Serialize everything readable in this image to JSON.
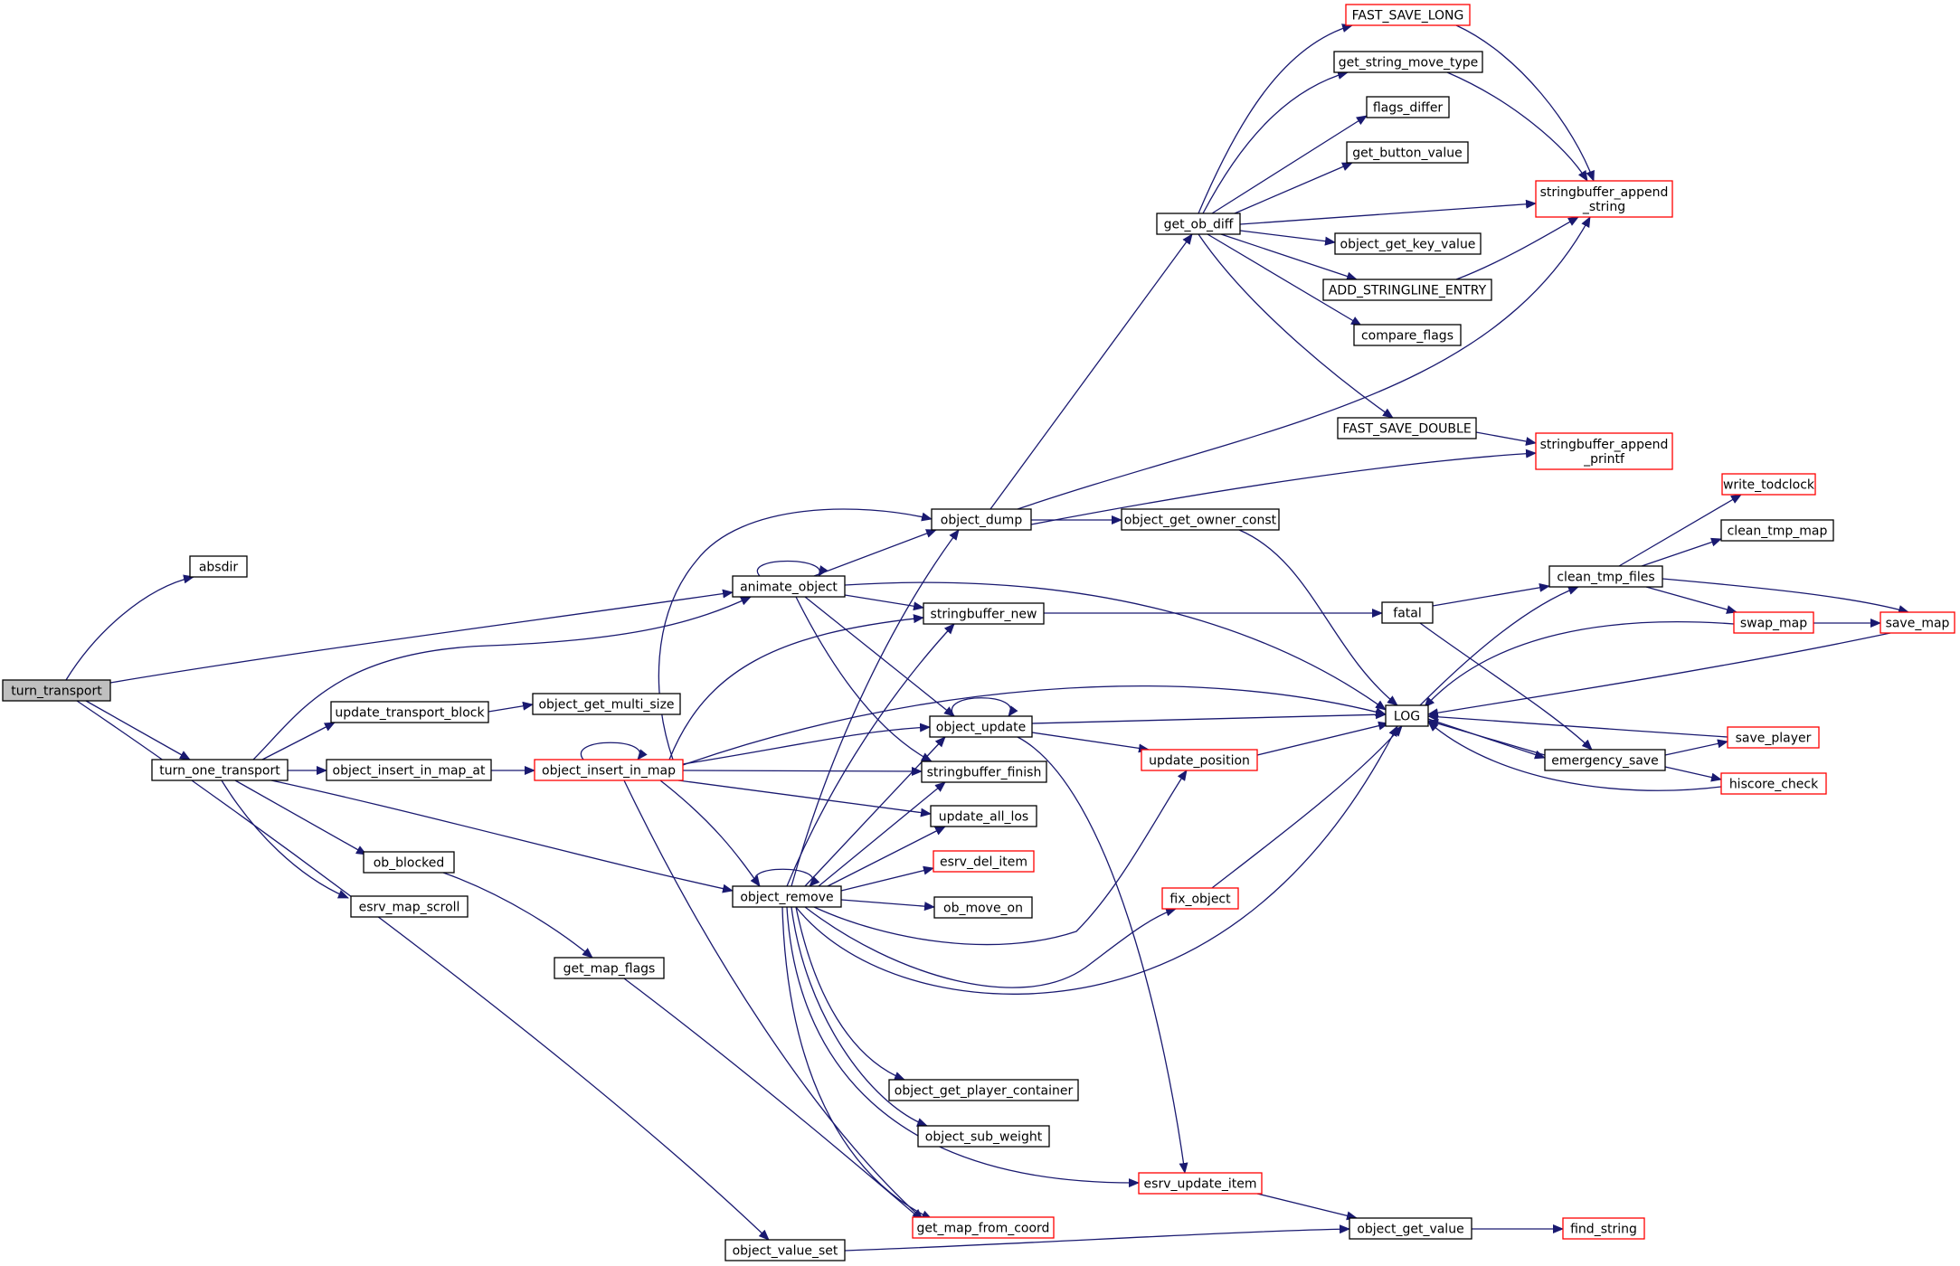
{
  "graph": {
    "root": "turn_transport",
    "colors": {
      "edge": "#191970",
      "border": "#000000",
      "border_incomplete": "#ff0000",
      "root_fill": "#bfbfbf"
    },
    "nodes": [
      {
        "id": "turn_transport",
        "lines": [
          "turn_transport"
        ],
        "style": "root"
      },
      {
        "id": "absdir",
        "lines": [
          "absdir"
        ],
        "style": "normal"
      },
      {
        "id": "animate_object",
        "lines": [
          "animate_object"
        ],
        "style": "normal"
      },
      {
        "id": "turn_one_transport",
        "lines": [
          "turn_one_transport"
        ],
        "style": "normal"
      },
      {
        "id": "object_value_set",
        "lines": [
          "object_value_set"
        ],
        "style": "normal"
      },
      {
        "id": "update_transport_block",
        "lines": [
          "update_transport_block"
        ],
        "style": "normal"
      },
      {
        "id": "object_get_multi_size",
        "lines": [
          "object_get_multi_size"
        ],
        "style": "normal"
      },
      {
        "id": "object_insert_in_map_at",
        "lines": [
          "object_insert_in_map_at"
        ],
        "style": "normal"
      },
      {
        "id": "object_insert_in_map",
        "lines": [
          "object_insert_in_map"
        ],
        "style": "red"
      },
      {
        "id": "ob_blocked",
        "lines": [
          "ob_blocked"
        ],
        "style": "normal"
      },
      {
        "id": "esrv_map_scroll",
        "lines": [
          "esrv_map_scroll"
        ],
        "style": "normal"
      },
      {
        "id": "get_map_flags",
        "lines": [
          "get_map_flags"
        ],
        "style": "normal"
      },
      {
        "id": "object_remove",
        "lines": [
          "object_remove"
        ],
        "style": "normal"
      },
      {
        "id": "object_dump",
        "lines": [
          "object_dump"
        ],
        "style": "normal"
      },
      {
        "id": "stringbuffer_new",
        "lines": [
          "stringbuffer_new"
        ],
        "style": "normal"
      },
      {
        "id": "object_update",
        "lines": [
          "object_update"
        ],
        "style": "normal"
      },
      {
        "id": "stringbuffer_finish",
        "lines": [
          "stringbuffer_finish"
        ],
        "style": "normal"
      },
      {
        "id": "update_all_los",
        "lines": [
          "update_all_los"
        ],
        "style": "normal"
      },
      {
        "id": "esrv_del_item",
        "lines": [
          "esrv_del_item"
        ],
        "style": "red"
      },
      {
        "id": "ob_move_on",
        "lines": [
          "ob_move_on"
        ],
        "style": "normal"
      },
      {
        "id": "object_get_player_container",
        "lines": [
          "object_get_player_container"
        ],
        "style": "normal"
      },
      {
        "id": "object_sub_weight",
        "lines": [
          "object_sub_weight"
        ],
        "style": "normal"
      },
      {
        "id": "get_map_from_coord",
        "lines": [
          "get_map_from_coord"
        ],
        "style": "red"
      },
      {
        "id": "get_ob_diff",
        "lines": [
          "get_ob_diff"
        ],
        "style": "normal"
      },
      {
        "id": "object_get_owner_const",
        "lines": [
          "object_get_owner_const"
        ],
        "style": "normal"
      },
      {
        "id": "update_position",
        "lines": [
          "update_position"
        ],
        "style": "red"
      },
      {
        "id": "fix_object",
        "lines": [
          "fix_object"
        ],
        "style": "red"
      },
      {
        "id": "esrv_update_item",
        "lines": [
          "esrv_update_item"
        ],
        "style": "red"
      },
      {
        "id": "object_get_value",
        "lines": [
          "object_get_value"
        ],
        "style": "normal"
      },
      {
        "id": "find_string",
        "lines": [
          "find_string"
        ],
        "style": "red"
      },
      {
        "id": "FAST_SAVE_LONG",
        "lines": [
          "FAST_SAVE_LONG"
        ],
        "style": "red"
      },
      {
        "id": "get_string_move_type",
        "lines": [
          "get_string_move_type"
        ],
        "style": "normal"
      },
      {
        "id": "flags_differ",
        "lines": [
          "flags_differ"
        ],
        "style": "normal"
      },
      {
        "id": "get_button_value",
        "lines": [
          "get_button_value"
        ],
        "style": "normal"
      },
      {
        "id": "object_get_key_value",
        "lines": [
          "object_get_key_value"
        ],
        "style": "normal"
      },
      {
        "id": "ADD_STRINGLINE_ENTRY",
        "lines": [
          "ADD_STRINGLINE_ENTRY"
        ],
        "style": "normal"
      },
      {
        "id": "compare_flags",
        "lines": [
          "compare_flags"
        ],
        "style": "normal"
      },
      {
        "id": "FAST_SAVE_DOUBLE",
        "lines": [
          "FAST_SAVE_DOUBLE"
        ],
        "style": "normal"
      },
      {
        "id": "stringbuffer_append_string",
        "lines": [
          "stringbuffer_append",
          "_string"
        ],
        "style": "red"
      },
      {
        "id": "stringbuffer_append_printf",
        "lines": [
          "stringbuffer_append",
          "_printf"
        ],
        "style": "red"
      },
      {
        "id": "fatal",
        "lines": [
          "fatal"
        ],
        "style": "normal"
      },
      {
        "id": "LOG",
        "lines": [
          "LOG"
        ],
        "style": "normal"
      },
      {
        "id": "emergency_save",
        "lines": [
          "emergency_save"
        ],
        "style": "normal"
      },
      {
        "id": "clean_tmp_files",
        "lines": [
          "clean_tmp_files"
        ],
        "style": "normal"
      },
      {
        "id": "write_todclock",
        "lines": [
          "write_todclock"
        ],
        "style": "red"
      },
      {
        "id": "clean_tmp_map",
        "lines": [
          "clean_tmp_map"
        ],
        "style": "normal"
      },
      {
        "id": "swap_map",
        "lines": [
          "swap_map"
        ],
        "style": "red"
      },
      {
        "id": "save_map",
        "lines": [
          "save_map"
        ],
        "style": "red"
      },
      {
        "id": "save_player",
        "lines": [
          "save_player"
        ],
        "style": "red"
      },
      {
        "id": "hiscore_check",
        "lines": [
          "hiscore_check"
        ],
        "style": "red"
      }
    ],
    "edges": [
      [
        "turn_transport",
        "absdir"
      ],
      [
        "turn_transport",
        "animate_object"
      ],
      [
        "turn_transport",
        "turn_one_transport"
      ],
      [
        "turn_transport",
        "object_value_set"
      ],
      [
        "turn_one_transport",
        "animate_object"
      ],
      [
        "turn_one_transport",
        "update_transport_block"
      ],
      [
        "turn_one_transport",
        "object_insert_in_map_at"
      ],
      [
        "turn_one_transport",
        "ob_blocked"
      ],
      [
        "turn_one_transport",
        "esrv_map_scroll"
      ],
      [
        "turn_one_transport",
        "object_remove"
      ],
      [
        "update_transport_block",
        "object_get_multi_size"
      ],
      [
        "object_insert_in_map_at",
        "object_insert_in_map"
      ],
      [
        "ob_blocked",
        "get_map_flags"
      ],
      [
        "get_map_flags",
        "get_map_from_coord"
      ],
      [
        "object_value_set",
        "object_get_value"
      ],
      [
        "animate_object",
        "animate_object"
      ],
      [
        "animate_object",
        "object_dump"
      ],
      [
        "animate_object",
        "stringbuffer_new"
      ],
      [
        "animate_object",
        "object_update"
      ],
      [
        "animate_object",
        "stringbuffer_finish"
      ],
      [
        "animate_object",
        "LOG"
      ],
      [
        "object_insert_in_map",
        "object_insert_in_map"
      ],
      [
        "object_insert_in_map",
        "object_dump"
      ],
      [
        "object_insert_in_map",
        "stringbuffer_new"
      ],
      [
        "object_insert_in_map",
        "LOG"
      ],
      [
        "object_insert_in_map",
        "object_update"
      ],
      [
        "object_insert_in_map",
        "stringbuffer_finish"
      ],
      [
        "object_insert_in_map",
        "update_all_los"
      ],
      [
        "object_insert_in_map",
        "object_remove"
      ],
      [
        "object_insert_in_map",
        "get_map_from_coord"
      ],
      [
        "object_remove",
        "object_remove"
      ],
      [
        "object_remove",
        "object_dump"
      ],
      [
        "object_remove",
        "stringbuffer_new"
      ],
      [
        "object_remove",
        "object_update"
      ],
      [
        "object_remove",
        "stringbuffer_finish"
      ],
      [
        "object_remove",
        "update_all_los"
      ],
      [
        "object_remove",
        "esrv_del_item"
      ],
      [
        "object_remove",
        "ob_move_on"
      ],
      [
        "object_remove",
        "update_position"
      ],
      [
        "object_remove",
        "fix_object"
      ],
      [
        "object_remove",
        "LOG"
      ],
      [
        "object_remove",
        "object_get_player_container"
      ],
      [
        "object_remove",
        "object_sub_weight"
      ],
      [
        "object_remove",
        "esrv_update_item"
      ],
      [
        "object_remove",
        "get_map_from_coord"
      ],
      [
        "object_dump",
        "get_ob_diff"
      ],
      [
        "object_dump",
        "stringbuffer_append_string"
      ],
      [
        "object_dump",
        "stringbuffer_append_printf"
      ],
      [
        "object_dump",
        "object_get_owner_const"
      ],
      [
        "object_get_owner_const",
        "LOG"
      ],
      [
        "stringbuffer_new",
        "fatal"
      ],
      [
        "object_update",
        "object_update"
      ],
      [
        "object_update",
        "LOG"
      ],
      [
        "object_update",
        "update_position"
      ],
      [
        "object_update",
        "esrv_update_item"
      ],
      [
        "update_position",
        "LOG"
      ],
      [
        "fix_object",
        "LOG"
      ],
      [
        "esrv_update_item",
        "object_get_value"
      ],
      [
        "object_get_value",
        "find_string"
      ],
      [
        "get_ob_diff",
        "FAST_SAVE_LONG"
      ],
      [
        "get_ob_diff",
        "get_string_move_type"
      ],
      [
        "get_ob_diff",
        "flags_differ"
      ],
      [
        "get_ob_diff",
        "get_button_value"
      ],
      [
        "get_ob_diff",
        "stringbuffer_append_string"
      ],
      [
        "get_ob_diff",
        "object_get_key_value"
      ],
      [
        "get_ob_diff",
        "ADD_STRINGLINE_ENTRY"
      ],
      [
        "get_ob_diff",
        "compare_flags"
      ],
      [
        "get_ob_diff",
        "FAST_SAVE_DOUBLE"
      ],
      [
        "FAST_SAVE_LONG",
        "stringbuffer_append_string"
      ],
      [
        "get_string_move_type",
        "stringbuffer_append_string"
      ],
      [
        "ADD_STRINGLINE_ENTRY",
        "stringbuffer_append_string"
      ],
      [
        "FAST_SAVE_DOUBLE",
        "stringbuffer_append_printf"
      ],
      [
        "fatal",
        "clean_tmp_files"
      ],
      [
        "fatal",
        "emergency_save"
      ],
      [
        "LOG",
        "clean_tmp_files"
      ],
      [
        "LOG",
        "emergency_save"
      ],
      [
        "clean_tmp_files",
        "write_todclock"
      ],
      [
        "clean_tmp_files",
        "clean_tmp_map"
      ],
      [
        "clean_tmp_files",
        "swap_map"
      ],
      [
        "clean_tmp_files",
        "save_map"
      ],
      [
        "swap_map",
        "save_map"
      ],
      [
        "swap_map",
        "LOG"
      ],
      [
        "save_map",
        "LOG"
      ],
      [
        "emergency_save",
        "save_player"
      ],
      [
        "emergency_save",
        "hiscore_check"
      ],
      [
        "emergency_save",
        "LOG"
      ],
      [
        "save_player",
        "LOG"
      ],
      [
        "hiscore_check",
        "LOG"
      ]
    ]
  }
}
